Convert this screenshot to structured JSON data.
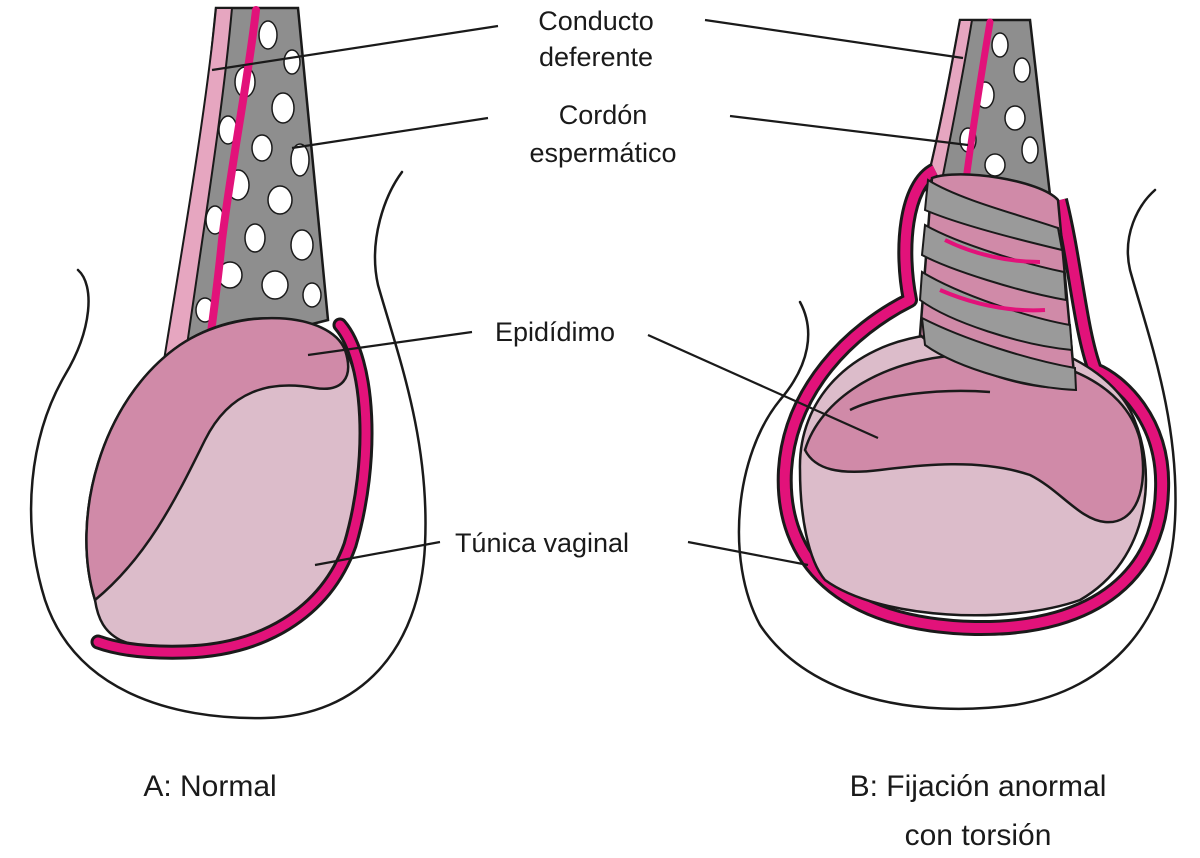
{
  "labels": {
    "vas_line1": "Conducto",
    "vas_line2": "deferente",
    "cord_line1": "Cordón",
    "cord_line2": "espermático",
    "epididymis": "Epidídimo",
    "tunica": "Túnica vaginal"
  },
  "captions": {
    "a": "A: Normal",
    "b_line1": "B: Fijación anormal",
    "b_line2": "con torsión"
  },
  "colors": {
    "cord_gray": "#8e8e8e",
    "tunica_magenta": "#e2127a",
    "epididymis_pink": "#d08aa8",
    "testis_pink": "#dcbcca",
    "vas_pink": "#e6a6c0"
  }
}
